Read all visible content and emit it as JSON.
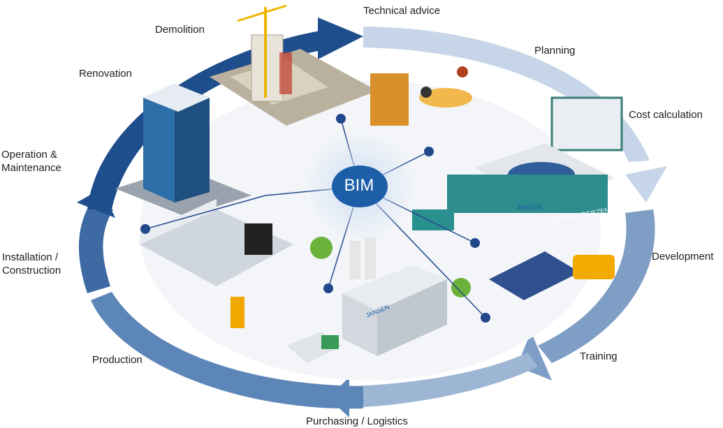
{
  "center": {
    "label": "BIM"
  },
  "stages": [
    {
      "id": "technical-advice",
      "label": "Technical advice"
    },
    {
      "id": "planning",
      "label": "Planning"
    },
    {
      "id": "cost-calculation",
      "label": "Cost calculation"
    },
    {
      "id": "development",
      "label": "Development"
    },
    {
      "id": "training",
      "label": "Training"
    },
    {
      "id": "purchasing-logistics",
      "label": "Purchasing / Logistics"
    },
    {
      "id": "production",
      "label": "Production"
    },
    {
      "id": "installation-construction",
      "label": "Installation / Construction",
      "lines": [
        "Installation /",
        "Construction"
      ]
    },
    {
      "id": "operation-maintenance",
      "label": "Operation & Maintenance",
      "lines": [
        "Operation &",
        "Maintenance"
      ]
    },
    {
      "id": "renovation",
      "label": "Renovation"
    },
    {
      "id": "demolition",
      "label": "Demolition"
    }
  ],
  "signage": {
    "factory": "JANSEN",
    "board": "JANSEN",
    "banner": "TECHNOLOGIEZENTRUM"
  },
  "colors": {
    "ring_dark": "#1f4e8c",
    "ring_mid": "#5d86b8",
    "ring_light": "#c6d6e8",
    "hub": "#1d5ea8",
    "hub_glow": "#cfe0f4",
    "node": "#22488c",
    "floor": "#dde3ea"
  }
}
